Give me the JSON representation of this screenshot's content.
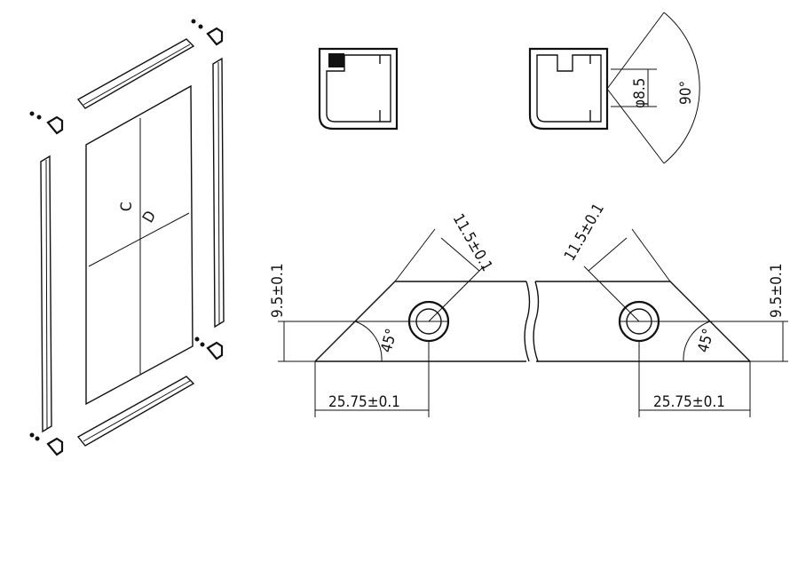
{
  "left_assembly": {
    "diag_c": "C",
    "diag_d": "D"
  },
  "section_right": {
    "hole_dia": "φ8.5",
    "angle": "90°"
  },
  "corner_left": {
    "hole_offset": "11.5±0.1",
    "height": "9.5±0.1",
    "angle": "45°",
    "width": "25.75±0.1"
  },
  "corner_right": {
    "hole_offset": "11.5±0.1",
    "height": "9.5±0.1",
    "angle": "45°",
    "width": "25.75±0.1"
  }
}
